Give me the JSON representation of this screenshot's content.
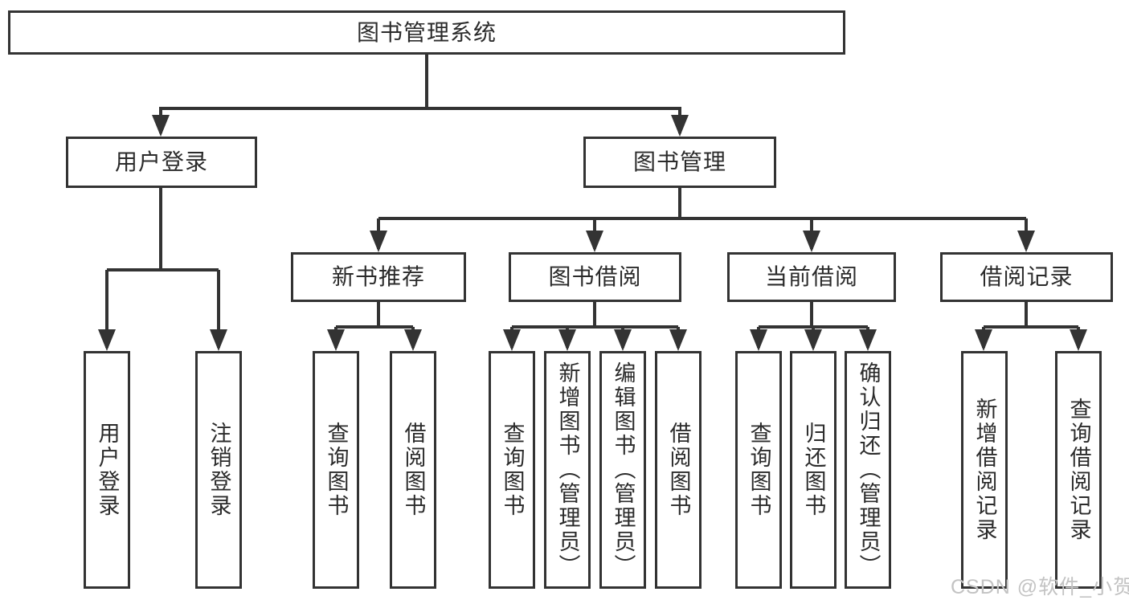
{
  "diagram": {
    "type": "hierarchy-tree",
    "orientation": "top-down",
    "colors": {
      "line": "#333333",
      "box_border": "#333333",
      "text": "#2b2b2b",
      "background": "#ffffff",
      "watermark": "#c3c3c3"
    }
  },
  "tree": {
    "label": "图书管理系统",
    "children": [
      {
        "label": "用户登录",
        "children": [
          {
            "label": "用户登录"
          },
          {
            "label": "注销登录"
          }
        ]
      },
      {
        "label": "图书管理",
        "children": [
          {
            "label": "新书推荐",
            "children": [
              {
                "label": "查询图书"
              },
              {
                "label": "借阅图书"
              }
            ]
          },
          {
            "label": "图书借阅",
            "children": [
              {
                "label": "查询图书"
              },
              {
                "label": "新增图书（管理员）"
              },
              {
                "label": "编辑图书（管理员）"
              },
              {
                "label": "借阅图书"
              }
            ]
          },
          {
            "label": "当前借阅",
            "children": [
              {
                "label": "查询图书"
              },
              {
                "label": "归还图书"
              },
              {
                "label": "确认归还（管理员）"
              }
            ]
          },
          {
            "label": "借阅记录",
            "children": [
              {
                "label": "新增借阅记录"
              },
              {
                "label": "查询借阅记录"
              }
            ]
          }
        ]
      }
    ]
  },
  "watermark": {
    "text": "CSDN @软件_小贺同学"
  }
}
